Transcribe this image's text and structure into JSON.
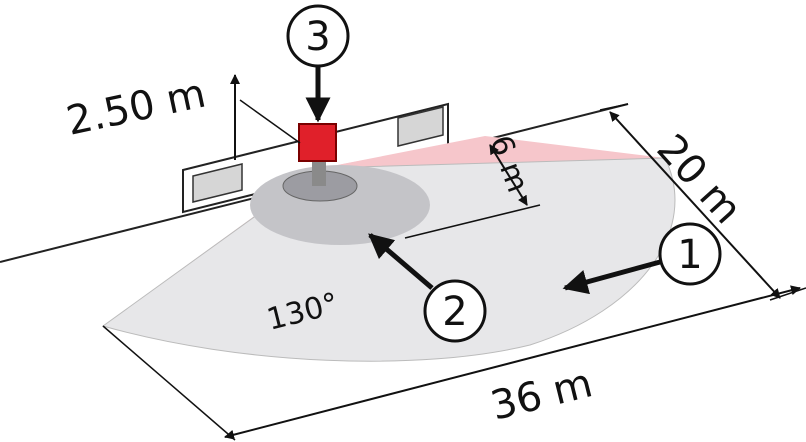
{
  "labels": {
    "mount_height": "2.50 m",
    "near_range": "6 m",
    "width_range": "20 m",
    "length_range": "36 m",
    "angle": "130°"
  },
  "callouts": {
    "zone_far": "1",
    "zone_near": "2",
    "sensor": "3"
  },
  "colors": {
    "sensor": "#e0202a",
    "detection_fan": "#f6c6cb",
    "far_zone": "#e7e7e9",
    "near_zone": "#c4c4c8",
    "under_zone": "#9c9ca2",
    "line": "#1a1a1a"
  }
}
